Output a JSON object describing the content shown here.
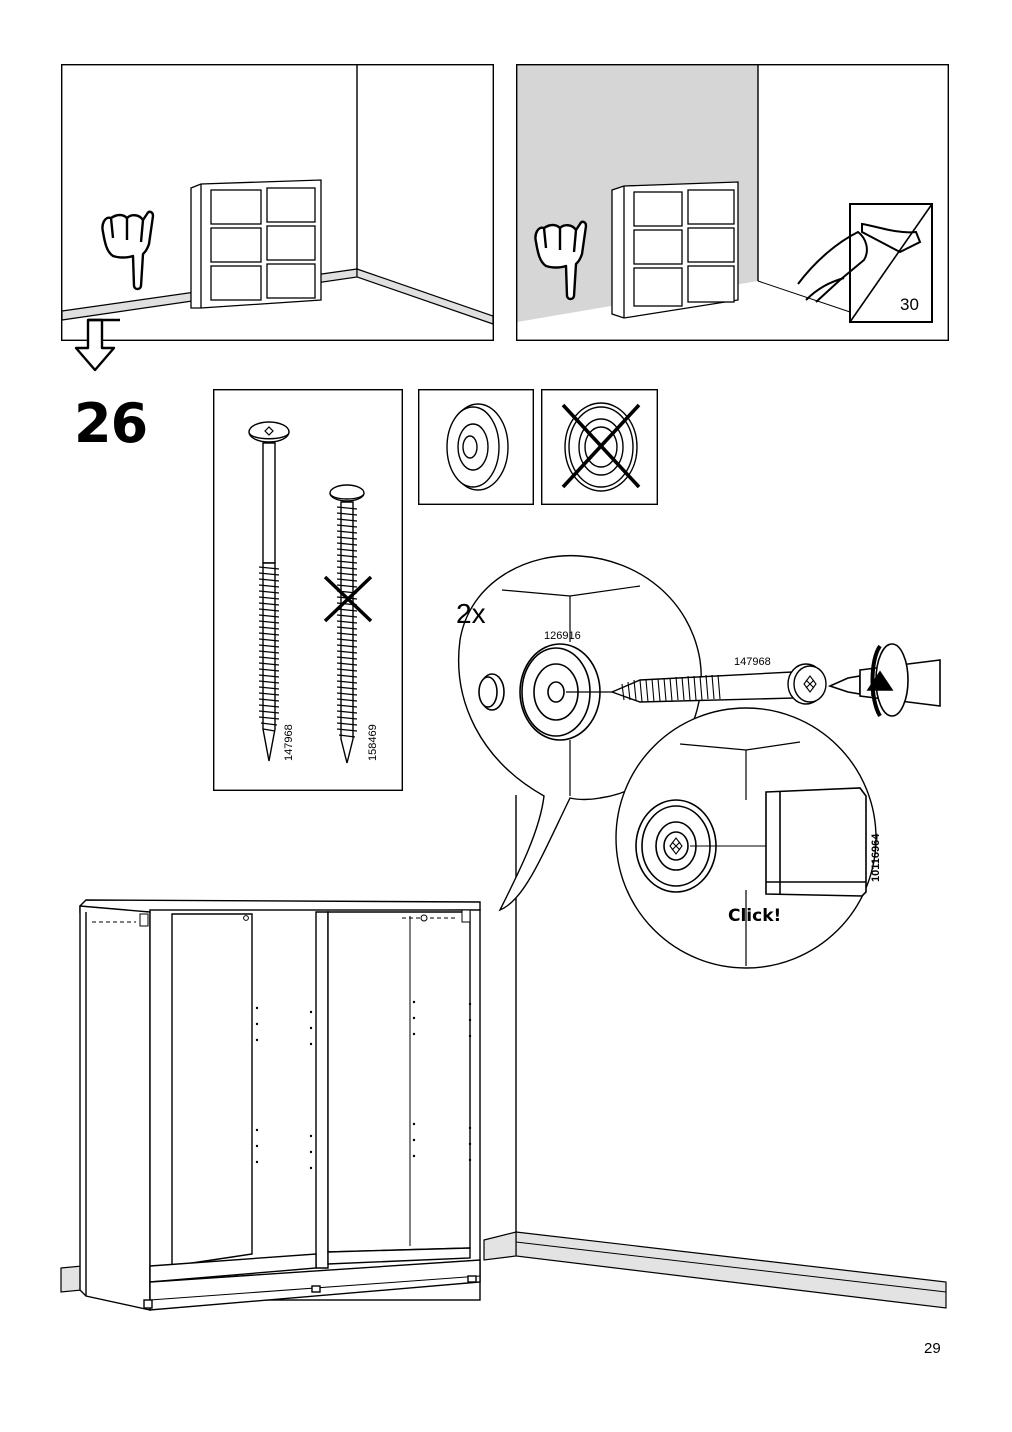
{
  "page": {
    "number": "29"
  },
  "step": {
    "number": "26"
  },
  "panels": {
    "wall_reference_page": "30"
  },
  "parts": {
    "screw_long": "147968",
    "screw_short": "158469",
    "washer": "126916",
    "screw_detail": "147968",
    "cover_cap": "10116964"
  },
  "detail": {
    "quantity": "2x",
    "click_text": "Click!"
  },
  "icons": {
    "hand": "pointing-hand-icon",
    "arrow": "down-arrow-icon",
    "wrong": "cross-icon",
    "screwdriver": "screwdriver-icon",
    "rotate": "rotate-arrow-icon"
  }
}
